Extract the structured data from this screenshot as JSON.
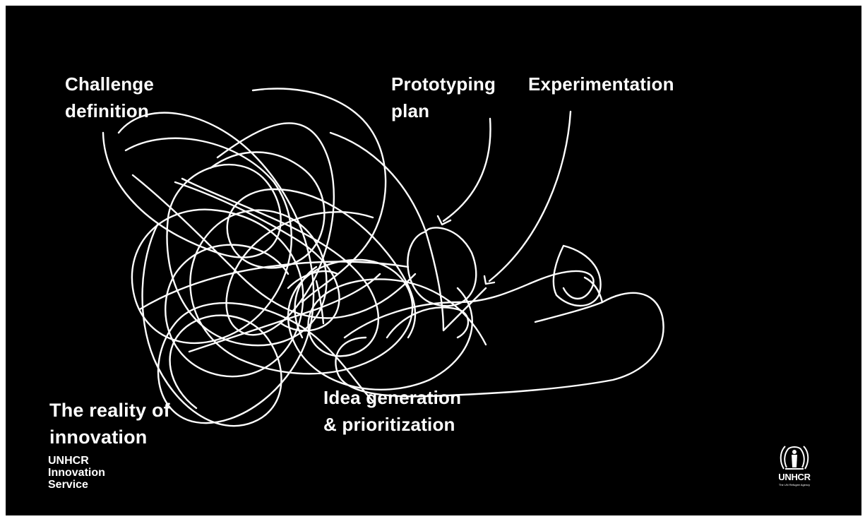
{
  "labels": {
    "challenge": "Challenge\ndefinition",
    "prototyping": "Prototyping\nplan",
    "experimentation": "Experimentation",
    "reality": "The reality of\ninnovation",
    "idea": "Idea generation\n& prioritization"
  },
  "footer": {
    "org": "UNHCR\nInnovation\nService"
  },
  "logo": {
    "name": "UNHCR",
    "tagline": "The UN Refugee Agency"
  },
  "colors": {
    "background": "#000000",
    "stroke": "#ffffff",
    "text": "#ffffff"
  },
  "icons": [
    "scribble-line",
    "arrow-icon",
    "unhcr-emblem-icon"
  ]
}
